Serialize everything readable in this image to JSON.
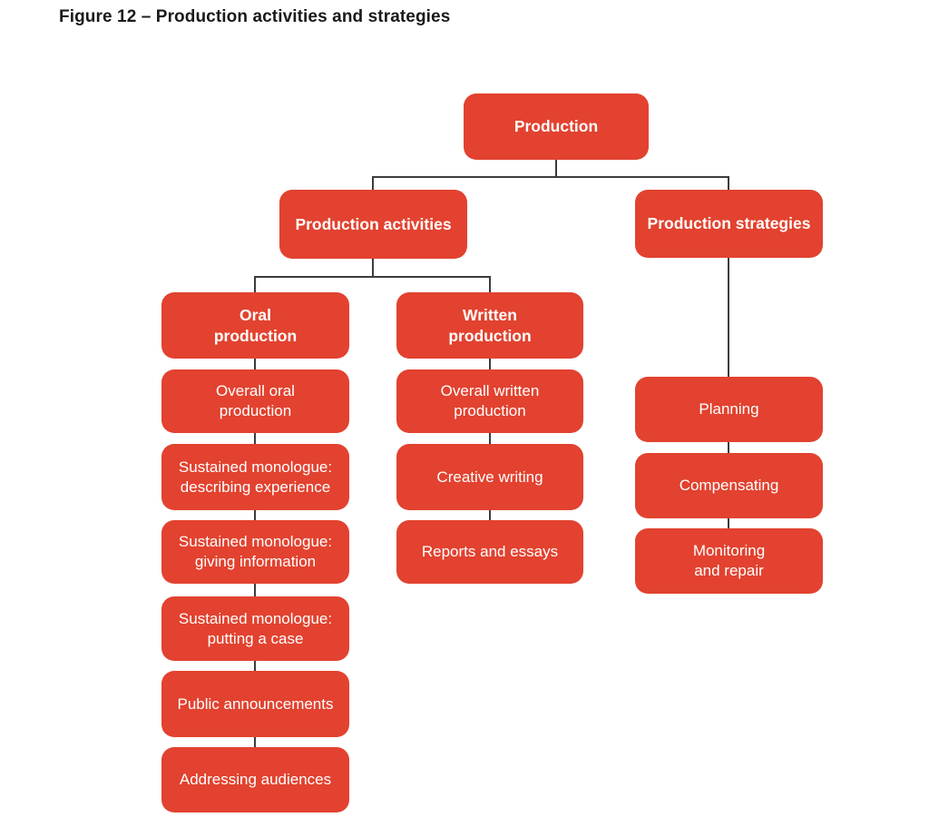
{
  "figure": {
    "title": "Figure 12 – Production activities and strategies"
  },
  "colors": {
    "node_fill": "#E2422F",
    "node_text": "#FFFFFF",
    "connector": "#3C3C3C",
    "title": "#1A1A1A",
    "background": "#FFFFFF"
  },
  "tree": {
    "label": "Production",
    "children": [
      {
        "label": "Production activities",
        "children": [
          {
            "label": "Oral\nproduction",
            "children": [
              {
                "label": "Overall oral\nproduction"
              },
              {
                "label": "Sustained monologue:\ndescribing experience"
              },
              {
                "label": "Sustained monologue:\ngiving information"
              },
              {
                "label": "Sustained monologue:\nputting a case"
              },
              {
                "label": "Public announcements"
              },
              {
                "label": "Addressing audiences"
              }
            ]
          },
          {
            "label": "Written\nproduction",
            "children": [
              {
                "label": "Overall written\nproduction"
              },
              {
                "label": "Creative writing"
              },
              {
                "label": "Reports and essays"
              }
            ]
          }
        ]
      },
      {
        "label": "Production strategies",
        "children": [
          {
            "label": "Planning"
          },
          {
            "label": "Compensating"
          },
          {
            "label": "Monitoring\nand repair"
          }
        ]
      }
    ]
  }
}
